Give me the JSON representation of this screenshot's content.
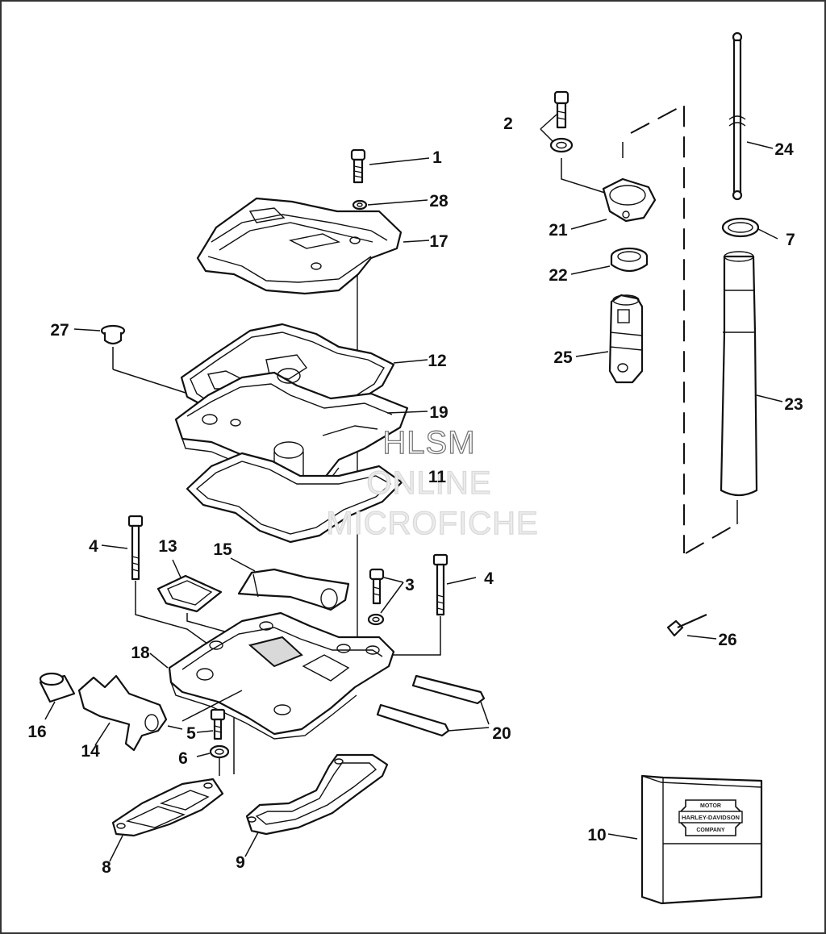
{
  "diagram": {
    "watermark": [
      "HLSM",
      "ONLINE",
      "MICROFICHE"
    ],
    "brand_box": {
      "top": "MOTOR",
      "middle": "HARLEY-DAVIDSON",
      "bottom": "COMPANY"
    },
    "callouts": [
      "1",
      "2",
      "3",
      "4",
      "4",
      "5",
      "6",
      "7",
      "8",
      "9",
      "10",
      "11",
      "12",
      "13",
      "14",
      "15",
      "16",
      "17",
      "18",
      "19",
      "20",
      "21",
      "22",
      "23",
      "24",
      "25",
      "26",
      "27",
      "28"
    ]
  }
}
